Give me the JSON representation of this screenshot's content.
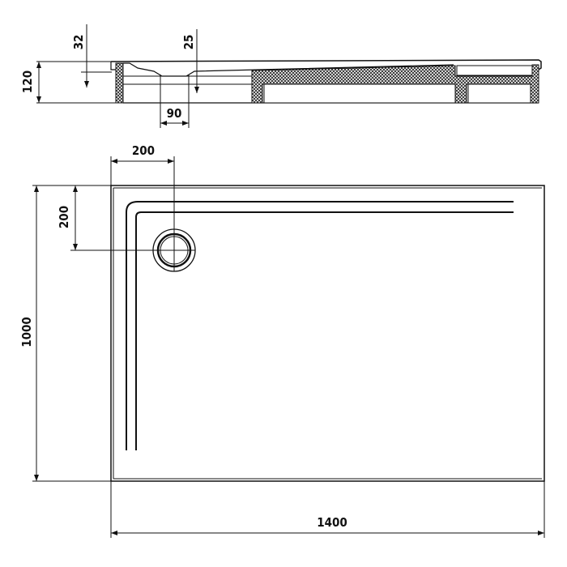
{
  "section_view": {
    "height_label": "120",
    "depth_label": "32",
    "drain_depth_label": "25",
    "drain_width_label": "90"
  },
  "plan_view": {
    "drain_offset_x_label": "200",
    "drain_offset_y_label": "200",
    "width_label": "1400",
    "length_label": "1000"
  },
  "colors": {
    "line": "#111111",
    "background": "#ffffff"
  }
}
